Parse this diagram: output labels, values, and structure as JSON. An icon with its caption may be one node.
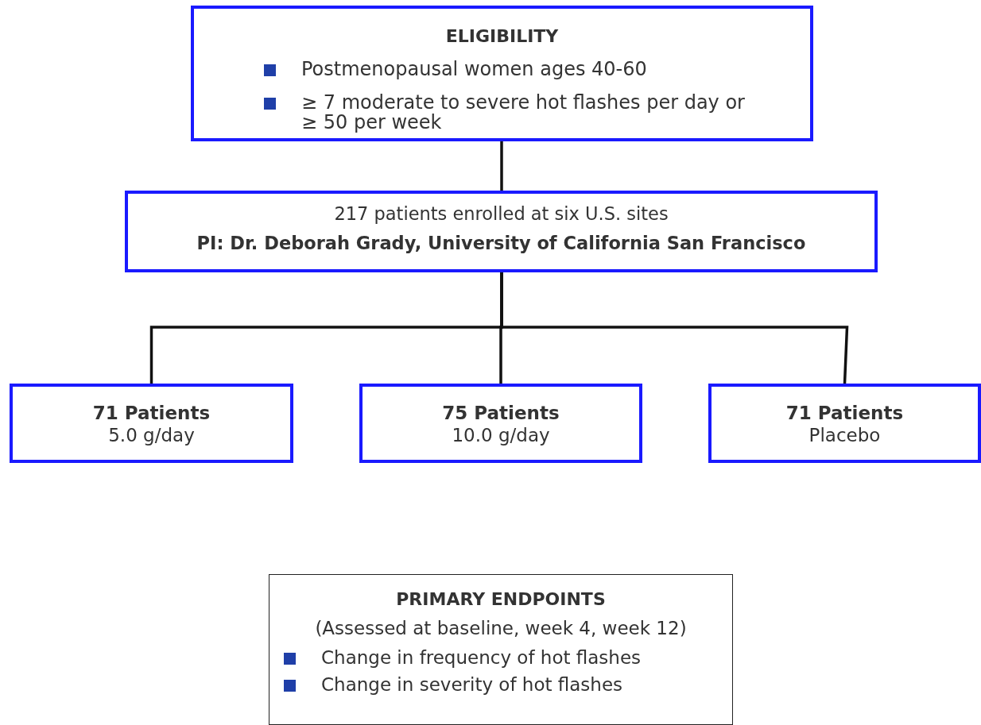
{
  "diagram": {
    "nodes": [
      {
        "text": [
          "ELIGIBILITY",
          "Postmenopausal women ages 40-60",
          "≥ 7 moderate to severe hot flashes per day or ≥ 50 per week"
        ]
      },
      {
        "text": [
          "217 patients enrolled at six U.S. sites",
          "PI: Dr. Deborah Grady, University of California San Francisco"
        ]
      },
      {
        "text": [
          "71 Patients",
          "5.0 g/day"
        ]
      },
      {
        "text": [
          "75 Patients",
          "10.0 g/day"
        ]
      },
      {
        "text": [
          "71 Patients",
          "Placebo"
        ]
      },
      {
        "text": [
          "PRIMARY ENDPOINTS",
          "(Assessed at baseline, week 4, week 12)",
          "Change in frequency of hot flashes",
          "Change in severity of hot flashes"
        ]
      }
    ],
    "edges": [
      {
        "from": 0,
        "to": 1,
        "arrow": "none"
      },
      {
        "from": 1,
        "to": 2,
        "arrow": "none"
      },
      {
        "from": 1,
        "to": 3,
        "arrow": "none"
      },
      {
        "from": 1,
        "to": 4,
        "arrow": "none"
      }
    ]
  }
}
